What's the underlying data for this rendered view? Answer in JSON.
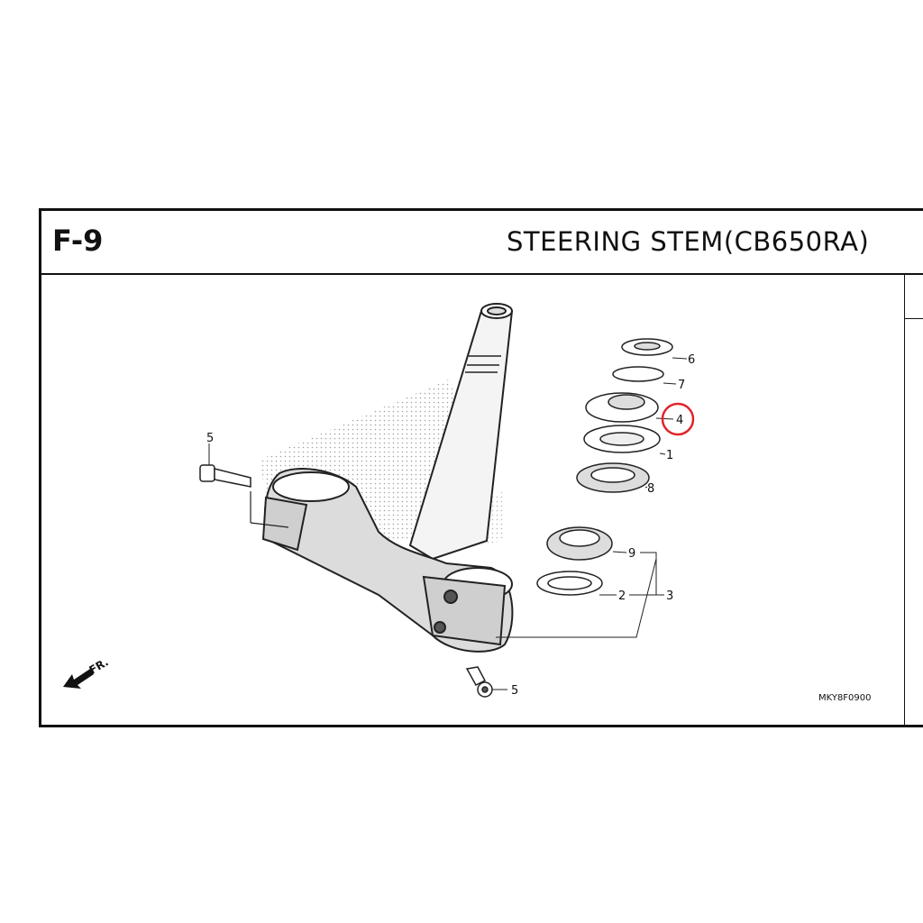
{
  "header": {
    "section_code": "F-9",
    "title": "STEERING  STEM(CB650RA)"
  },
  "diagram": {
    "drawing_code": "MKY8F0900",
    "front_indicator": "FR.",
    "callouts": {
      "c5_bolt_left": "5",
      "c5_bolt_bottom": "5",
      "c6": "6",
      "c7": "7",
      "c4": "4",
      "c1": "1",
      "c8": "8",
      "c9": "9",
      "c2": "2",
      "c3": "3"
    },
    "highlight_color": "#e0242a"
  }
}
